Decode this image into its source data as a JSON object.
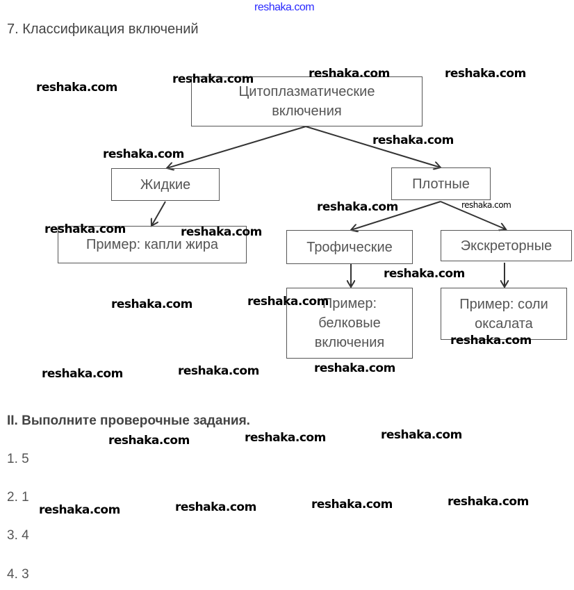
{
  "watermark": "reshaka.com",
  "heading": "7. Классификация включений",
  "diagram": {
    "root": [
      "Цитоплазматические",
      "включения"
    ],
    "liquid": "Жидкие",
    "dense": "Плотные",
    "liquid_example": "Пример: капли жира",
    "trophic": "Трофические",
    "excretory": "Экскреторные",
    "trophic_example": [
      "Пример:",
      "белковые",
      "включения"
    ],
    "excretory_example": [
      "Пример: соли",
      "оксалата"
    ]
  },
  "section2": {
    "title": "II. Выполните проверочные задания.",
    "answers": [
      "1. 5",
      "2. 1",
      "3. 4",
      "4. 3"
    ]
  }
}
